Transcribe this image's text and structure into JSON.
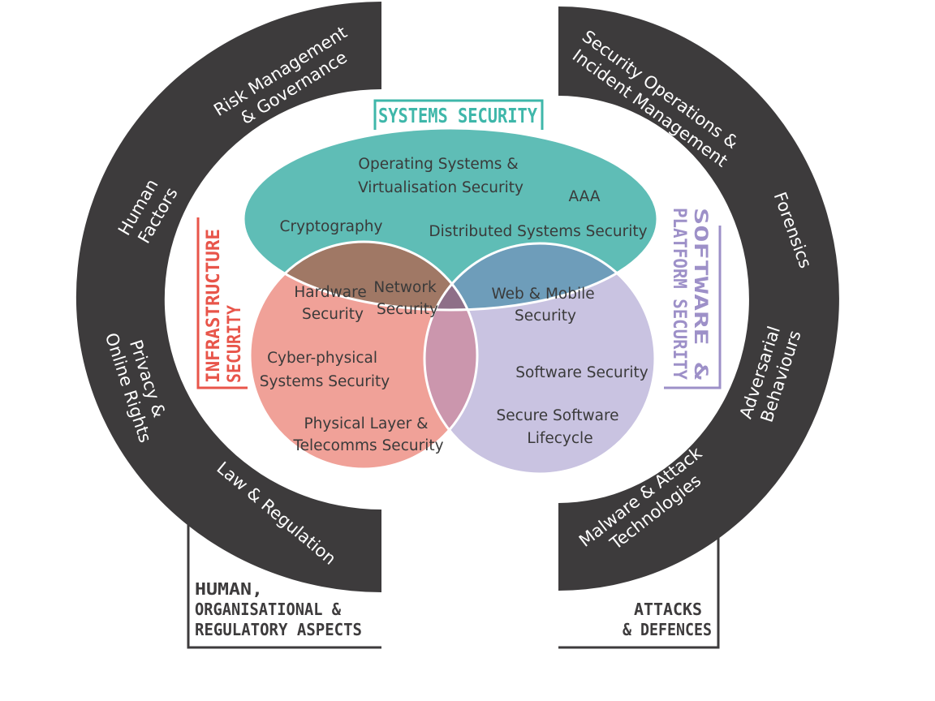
{
  "title_systems": "SYSTEMS SECURITY",
  "title_infrastructure": [
    "INFRASTRUCTURE",
    "SECURITY"
  ],
  "title_software": [
    "SOFTWARE &",
    "PLATFORM SECURITY"
  ],
  "title_human": [
    "HUMAN,",
    "ORGANISATIONAL &",
    "REGULATORY ASPECTS"
  ],
  "title_attacks": [
    "ATTACKS",
    "& DEFENCES"
  ],
  "left_arc": {
    "risk": [
      "Risk Management",
      "& Governance"
    ],
    "human_factors": [
      "Human",
      "Factors"
    ],
    "privacy": [
      "Privacy &",
      "Online Rights"
    ],
    "law": "Law & Regulation"
  },
  "right_arc": {
    "secops": [
      "Security Operations &",
      "Incident Management"
    ],
    "forensics": "Forensics",
    "adversarial": [
      "Adversarial",
      "Behaviours"
    ],
    "malware": [
      "Malware & Attack",
      "Technologies"
    ]
  },
  "systems_items": {
    "os": [
      "Operating Systems &",
      "Virtualisation Security"
    ],
    "aaa": "AAA",
    "crypto": "Cryptography",
    "distributed": "Distributed Systems Security"
  },
  "overlap_items": {
    "hardware": [
      "Hardware",
      "Security"
    ],
    "network": [
      "Network",
      "Security"
    ],
    "web": [
      "Web & Mobile",
      "Security"
    ]
  },
  "infra_items": {
    "cps": [
      "Cyber-physical",
      "Systems Security"
    ],
    "physical": [
      "Physical Layer &",
      "Telecomms Security"
    ]
  },
  "software_items": {
    "software": "Software Security",
    "lifecycle": [
      "Secure Software",
      "Lifecycle"
    ]
  },
  "colors": {
    "arc": "#3d3b3c",
    "systems": "#5fbdb6",
    "infrastructure": "#f0776a",
    "software": "#b9b1d7",
    "systems_title": "#3fb7aa",
    "infra_title": "#e8554a",
    "software_title": "#9d90c8"
  }
}
